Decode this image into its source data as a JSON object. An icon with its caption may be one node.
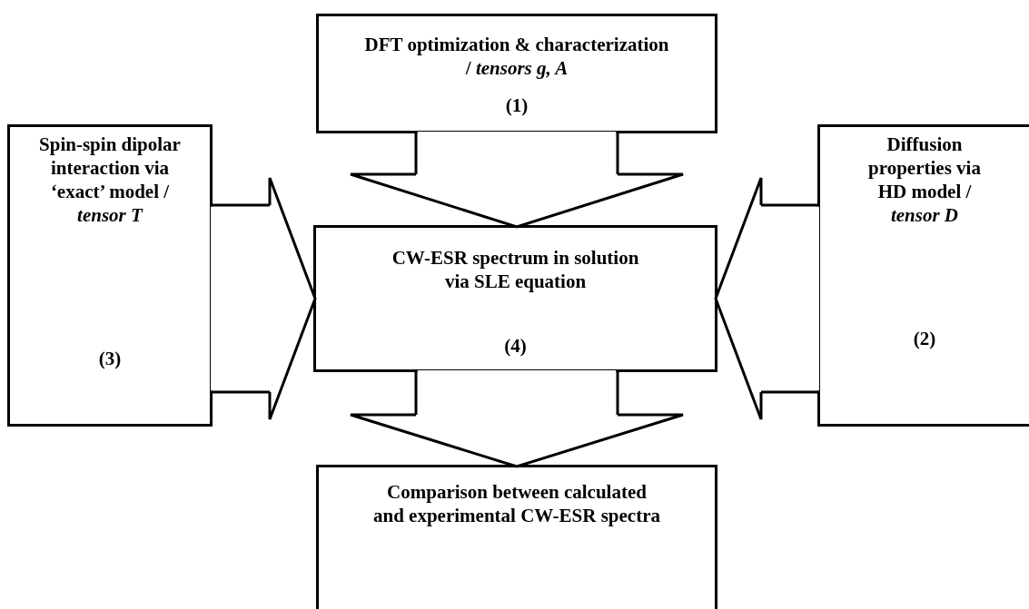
{
  "diagram": {
    "nodes": [
      {
        "text": [
          "DFT optimization & characterization / *tensors g, A*",
          "(1)"
        ]
      },
      {
        "text": [
          "Spin-spin dipolar interaction via ‘exact’ model / *tensor T*",
          "(3)"
        ]
      },
      {
        "text": [
          "CW-ESR spectrum in solution via SLE equation",
          "(4)"
        ]
      },
      {
        "text": [
          "Diffusion properties via HD model / *tensor D*",
          "(2)"
        ]
      },
      {
        "text": [
          "Comparison between calculated and experimental CW-ESR spectra"
        ]
      }
    ],
    "edges": [
      {
        "from": 0,
        "to": 2,
        "arrow": "to"
      },
      {
        "from": 1,
        "to": 2,
        "arrow": "to"
      },
      {
        "from": 3,
        "to": 2,
        "arrow": "to"
      },
      {
        "from": 2,
        "to": 4,
        "arrow": "to"
      }
    ]
  }
}
